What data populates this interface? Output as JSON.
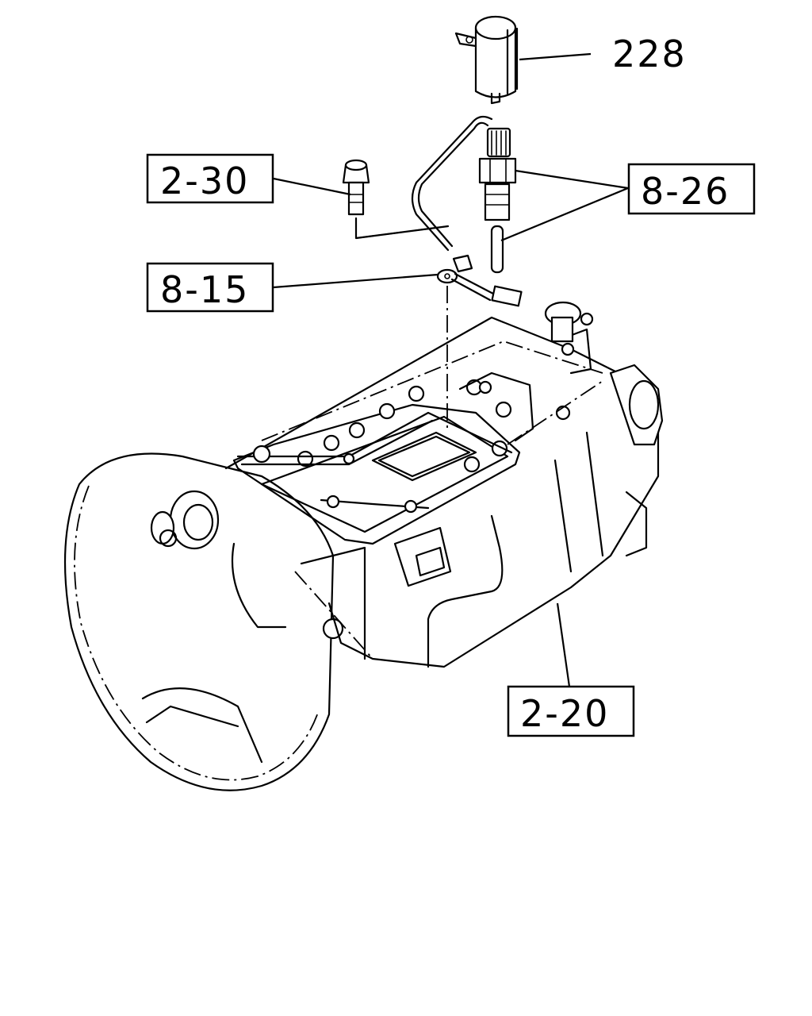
{
  "callouts": {
    "part_228": "228",
    "ref_2_30": "2-30",
    "ref_8_26": "8-26",
    "ref_8_15": "8-15",
    "ref_2_20": "2-20"
  }
}
